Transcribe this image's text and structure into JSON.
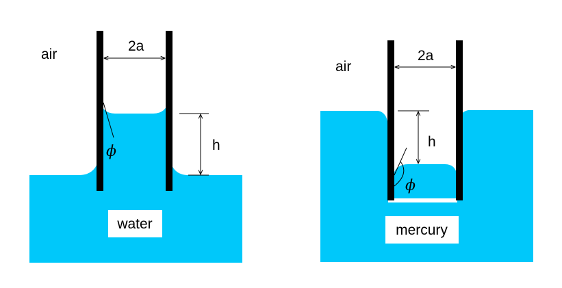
{
  "colors": {
    "liquid": "#00C8FA",
    "tube_wall": "#000000",
    "background": "#FFFFFF",
    "label_box": "#FFFFFF"
  },
  "water_panel": {
    "ambient_label": "air",
    "width_label": "2a",
    "height_label": "h",
    "angle_label": "ϕ",
    "liquid_label": "water"
  },
  "mercury_panel": {
    "ambient_label": "air",
    "width_label": "2a",
    "height_label": "h",
    "angle_label": "ϕ",
    "liquid_label": "mercury"
  }
}
